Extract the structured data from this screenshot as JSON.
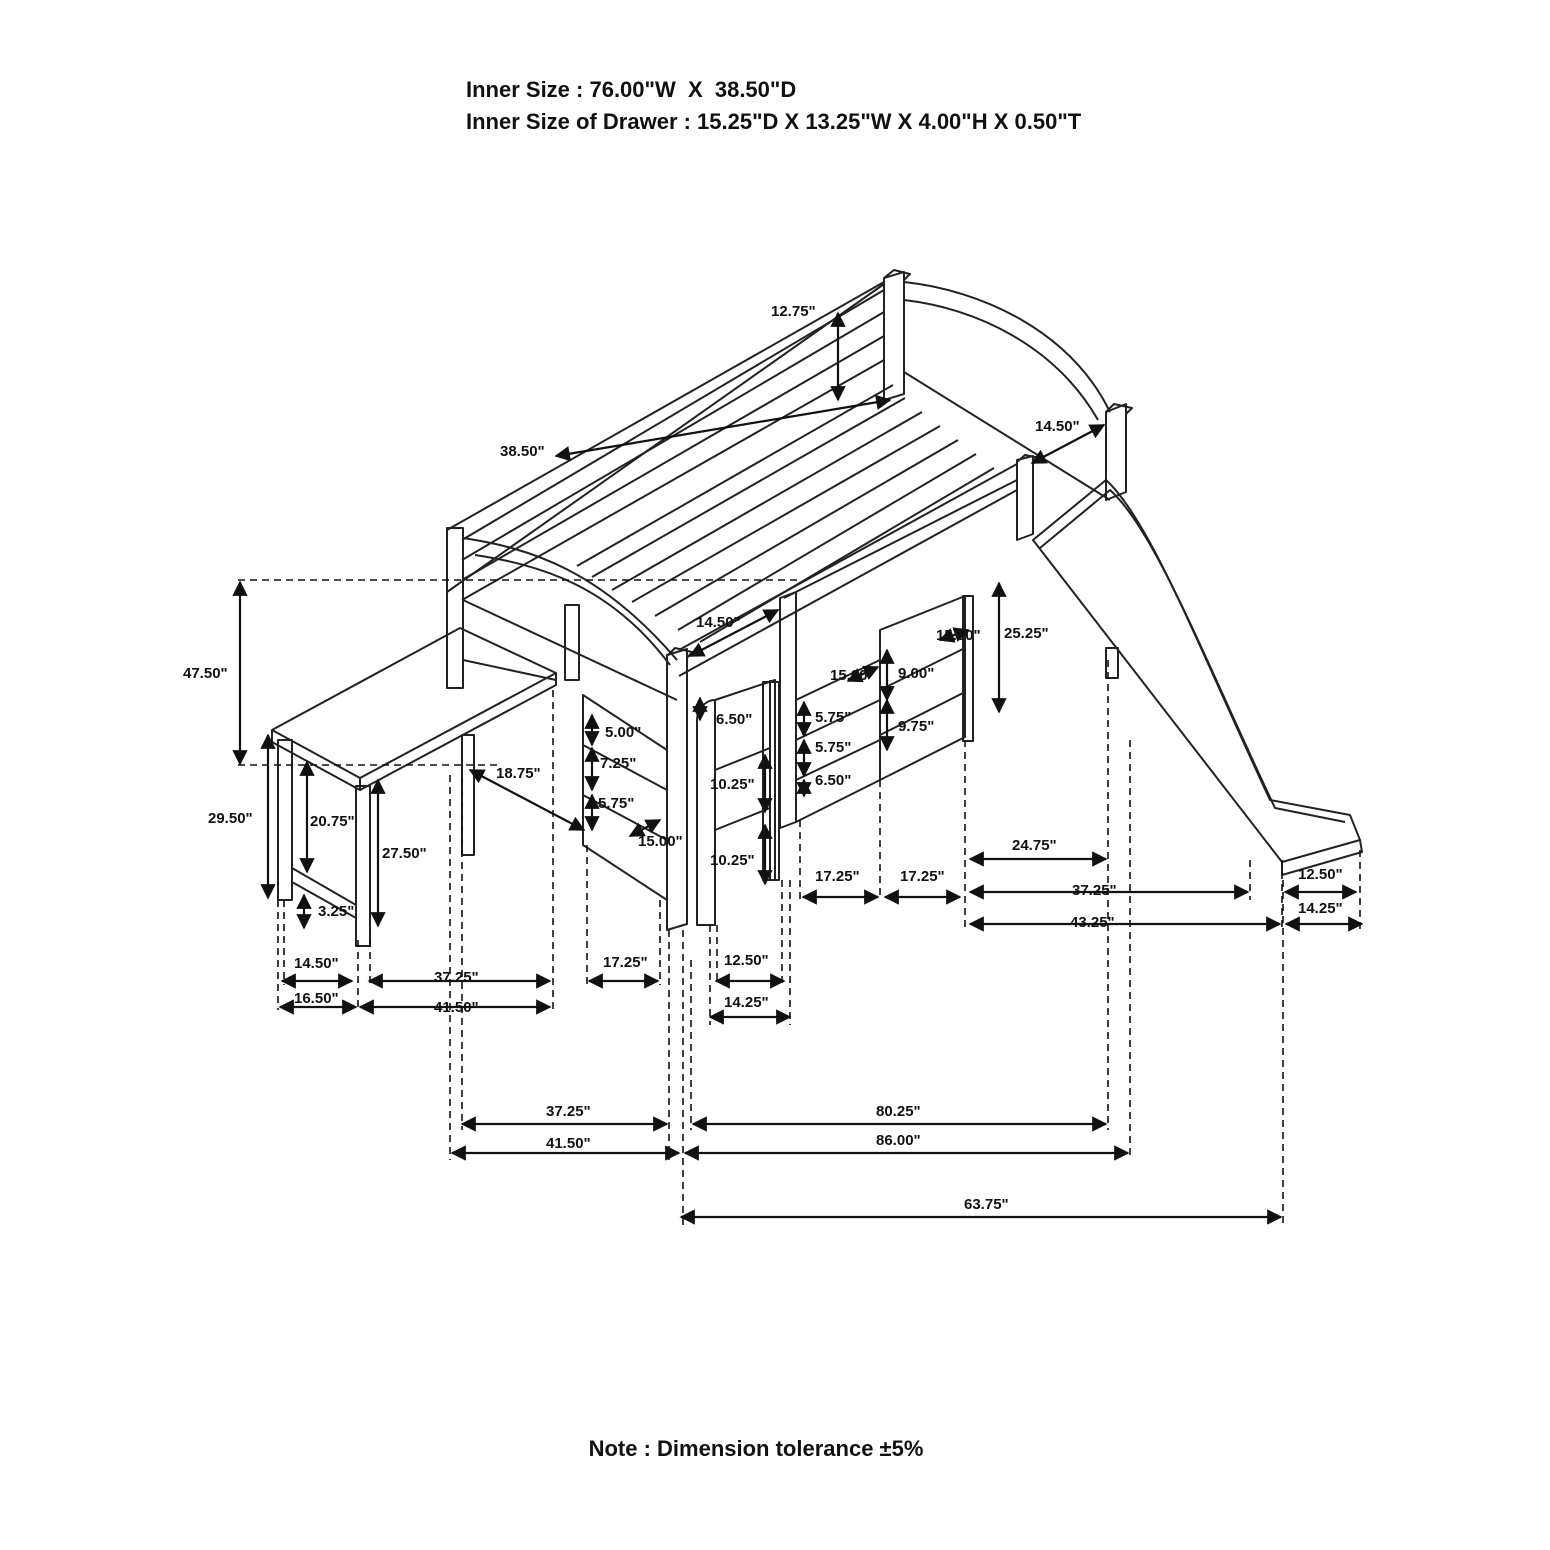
{
  "header": {
    "line1": "Inner Size : 76.00\"W  X  38.50\"D",
    "line2": "Inner Size of Drawer : 15.25\"D X 13.25\"W X 4.00\"H X 0.50\"T"
  },
  "note": "Note : Dimension tolerance ±5%",
  "labels": {
    "d1275": "12.75\"",
    "d3850": "38.50\"",
    "d1450a": "14.50\"",
    "d1450b": "14.50\"",
    "d4750": "47.50\"",
    "d2950": "29.50\"",
    "d2075": "20.75\"",
    "d2750": "27.50\"",
    "d325": "3.25\"",
    "d1875": "18.75\"",
    "d500": "5.00\"",
    "d725": "7.25\"",
    "d575a": "5.75\"",
    "d1500a": "15.00\"",
    "d650a": "6.50\"",
    "d1025a": "10.25\"",
    "d1025b": "10.25\"",
    "d1500b": "15.00\"",
    "d575b": "5.75\"",
    "d575c": "5.75\"",
    "d650b": "6.50\"",
    "d1500c": "15.00\"",
    "d900": "9.00\"",
    "d975": "9.75\"",
    "d2525": "25.25\"",
    "d1450c": "14.50\"",
    "d1650": "16.50\"",
    "d3725a": "37.25\"",
    "d4150a": "41.50\"",
    "d1725a": "17.25\"",
    "d1250a": "12.50\"",
    "d1425a": "14.25\"",
    "d1725b": "17.25\"",
    "d1725c": "17.25\"",
    "d2475": "24.75\"",
    "d3725b": "37.25\"",
    "d4325": "43.25\"",
    "d1250b": "12.50\"",
    "d1425b": "14.25\"",
    "d3725c": "37.25\"",
    "d4150b": "41.50\"",
    "d8025": "80.25\"",
    "d8600": "86.00\"",
    "d6375": "63.75\""
  }
}
